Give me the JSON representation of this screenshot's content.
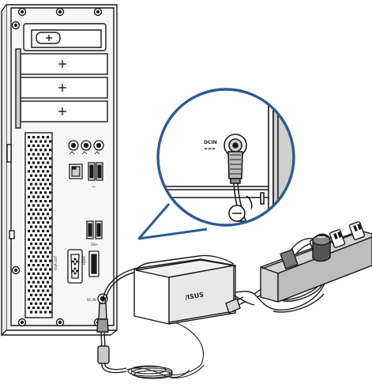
{
  "callout": {
    "port_label_line1": "DCIN",
    "port_label_line2": "===",
    "accent_color": "#2b5a92"
  },
  "adapter": {
    "brand": "/ISUS"
  },
  "rear_panel": {
    "usb3_label": "SS←",
    "usb2_label": "←",
    "vga_label": "VGA OUT",
    "hdmi_label": "HDMI",
    "dcin_label": "DC IN"
  },
  "colors": {
    "line": "#1a1a1a",
    "shade_light": "#d9d9d9",
    "shade_mid": "#b8b8b8",
    "shade_dark": "#444444"
  }
}
